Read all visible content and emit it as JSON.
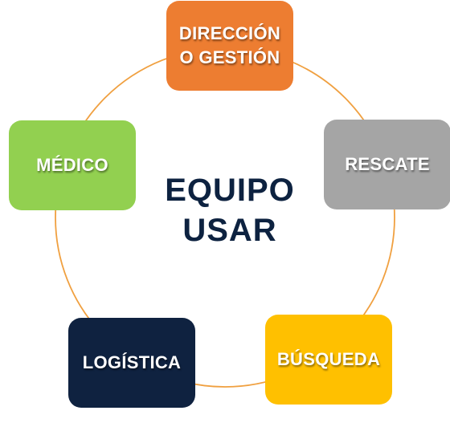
{
  "center": {
    "line1": "EQUIPO",
    "line2": "USAR",
    "color": "#0d2240"
  },
  "ring_color": "#f0a040",
  "nodes": [
    {
      "id": "direccion",
      "lines": [
        "DIRECCIÓN",
        "O GESTIÓN"
      ],
      "color": "#ed7d31"
    },
    {
      "id": "rescate",
      "lines": [
        "RESCATE"
      ],
      "color": "#a5a5a5"
    },
    {
      "id": "busqueda",
      "lines": [
        "BÚSQUEDA"
      ],
      "color": "#ffc000"
    },
    {
      "id": "logistica",
      "lines": [
        "LOGÍSTICA"
      ],
      "color": "#0f2240"
    },
    {
      "id": "medico",
      "lines": [
        "MÉDICO"
      ],
      "color": "#92d050"
    }
  ]
}
